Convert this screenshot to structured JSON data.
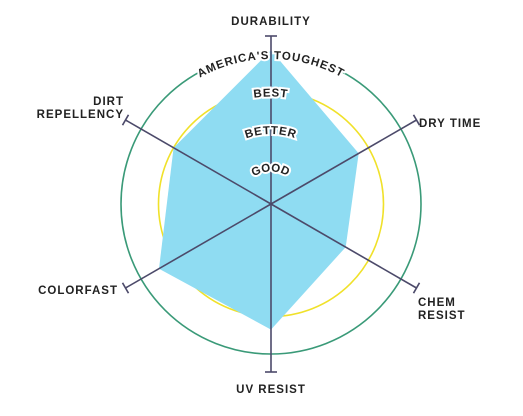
{
  "chart_data": {
    "type": "radar",
    "axes": [
      "DURABILITY",
      "DRY TIME",
      "CHEM RESIST",
      "UV RESIST",
      "COLORFAST",
      "DIRT REPELLENCY"
    ],
    "axis_label_lines": [
      [
        "DURABILITY"
      ],
      [
        "DRY TIME"
      ],
      [
        "CHEM",
        "RESIST"
      ],
      [
        "UV RESIST"
      ],
      [
        "COLORFAST"
      ],
      [
        "DIRT",
        "REPELLENCY"
      ]
    ],
    "levels": [
      "GOOD",
      "BETTER",
      "BEST",
      "AMERICA'S TOUGHEST"
    ],
    "series": [
      {
        "values": [
          4.1,
          2.7,
          2.3,
          3.35,
          3.45,
          3.0
        ]
      }
    ],
    "colors": {
      "fill": "#8fdcf2",
      "axis": "#4c4a6a",
      "ring_good": "#d7335d",
      "ring_better": "#f39a1a",
      "ring_best": "#f0e12a",
      "ring_toughest": "#3a9a78"
    }
  }
}
